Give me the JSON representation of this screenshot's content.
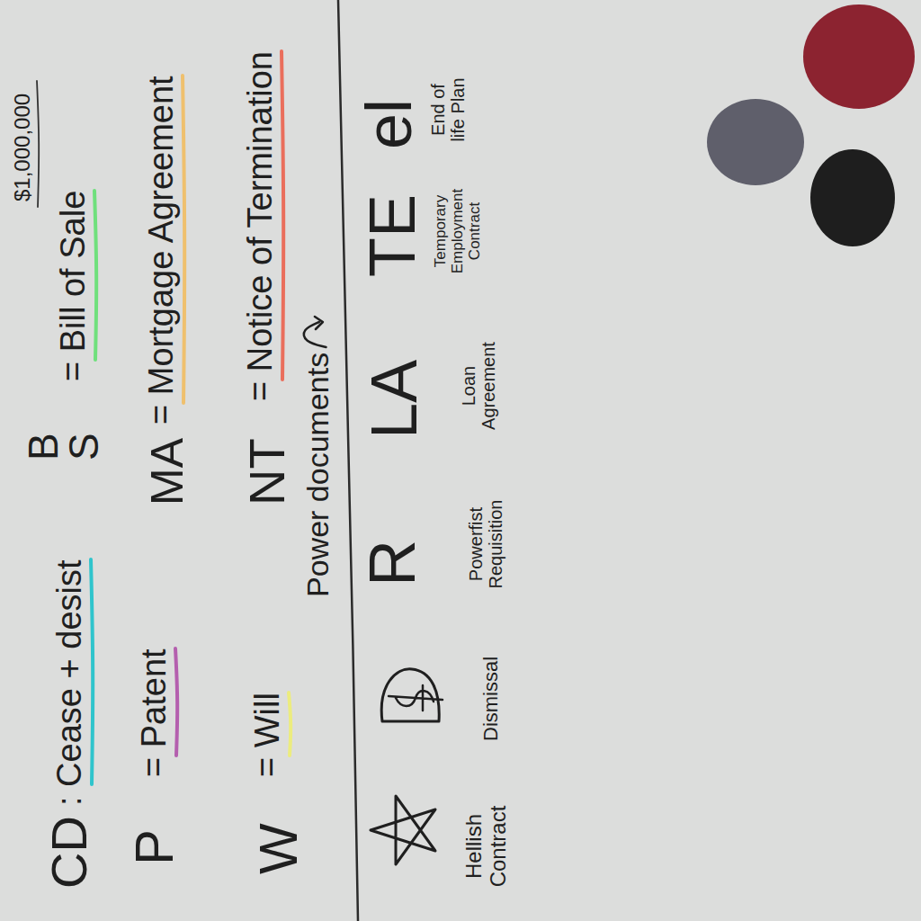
{
  "diagram": {
    "labels": [
      "$1,000,000",
      "CD",
      ": Cease + desist",
      "BS",
      "= Bill of Sale",
      "P",
      "= Patent",
      "MA",
      "= Mortgage Agreement",
      "W",
      "= Will",
      "NT",
      "= Notice of Termination",
      "Power documents",
      "Hellish Contract",
      "Dismissal",
      "R",
      "Powerfist Requisition",
      "LA",
      "Loan Agreement",
      "TE",
      "Temporary Employment Contract",
      "el",
      "End of life Plan"
    ]
  }
}
